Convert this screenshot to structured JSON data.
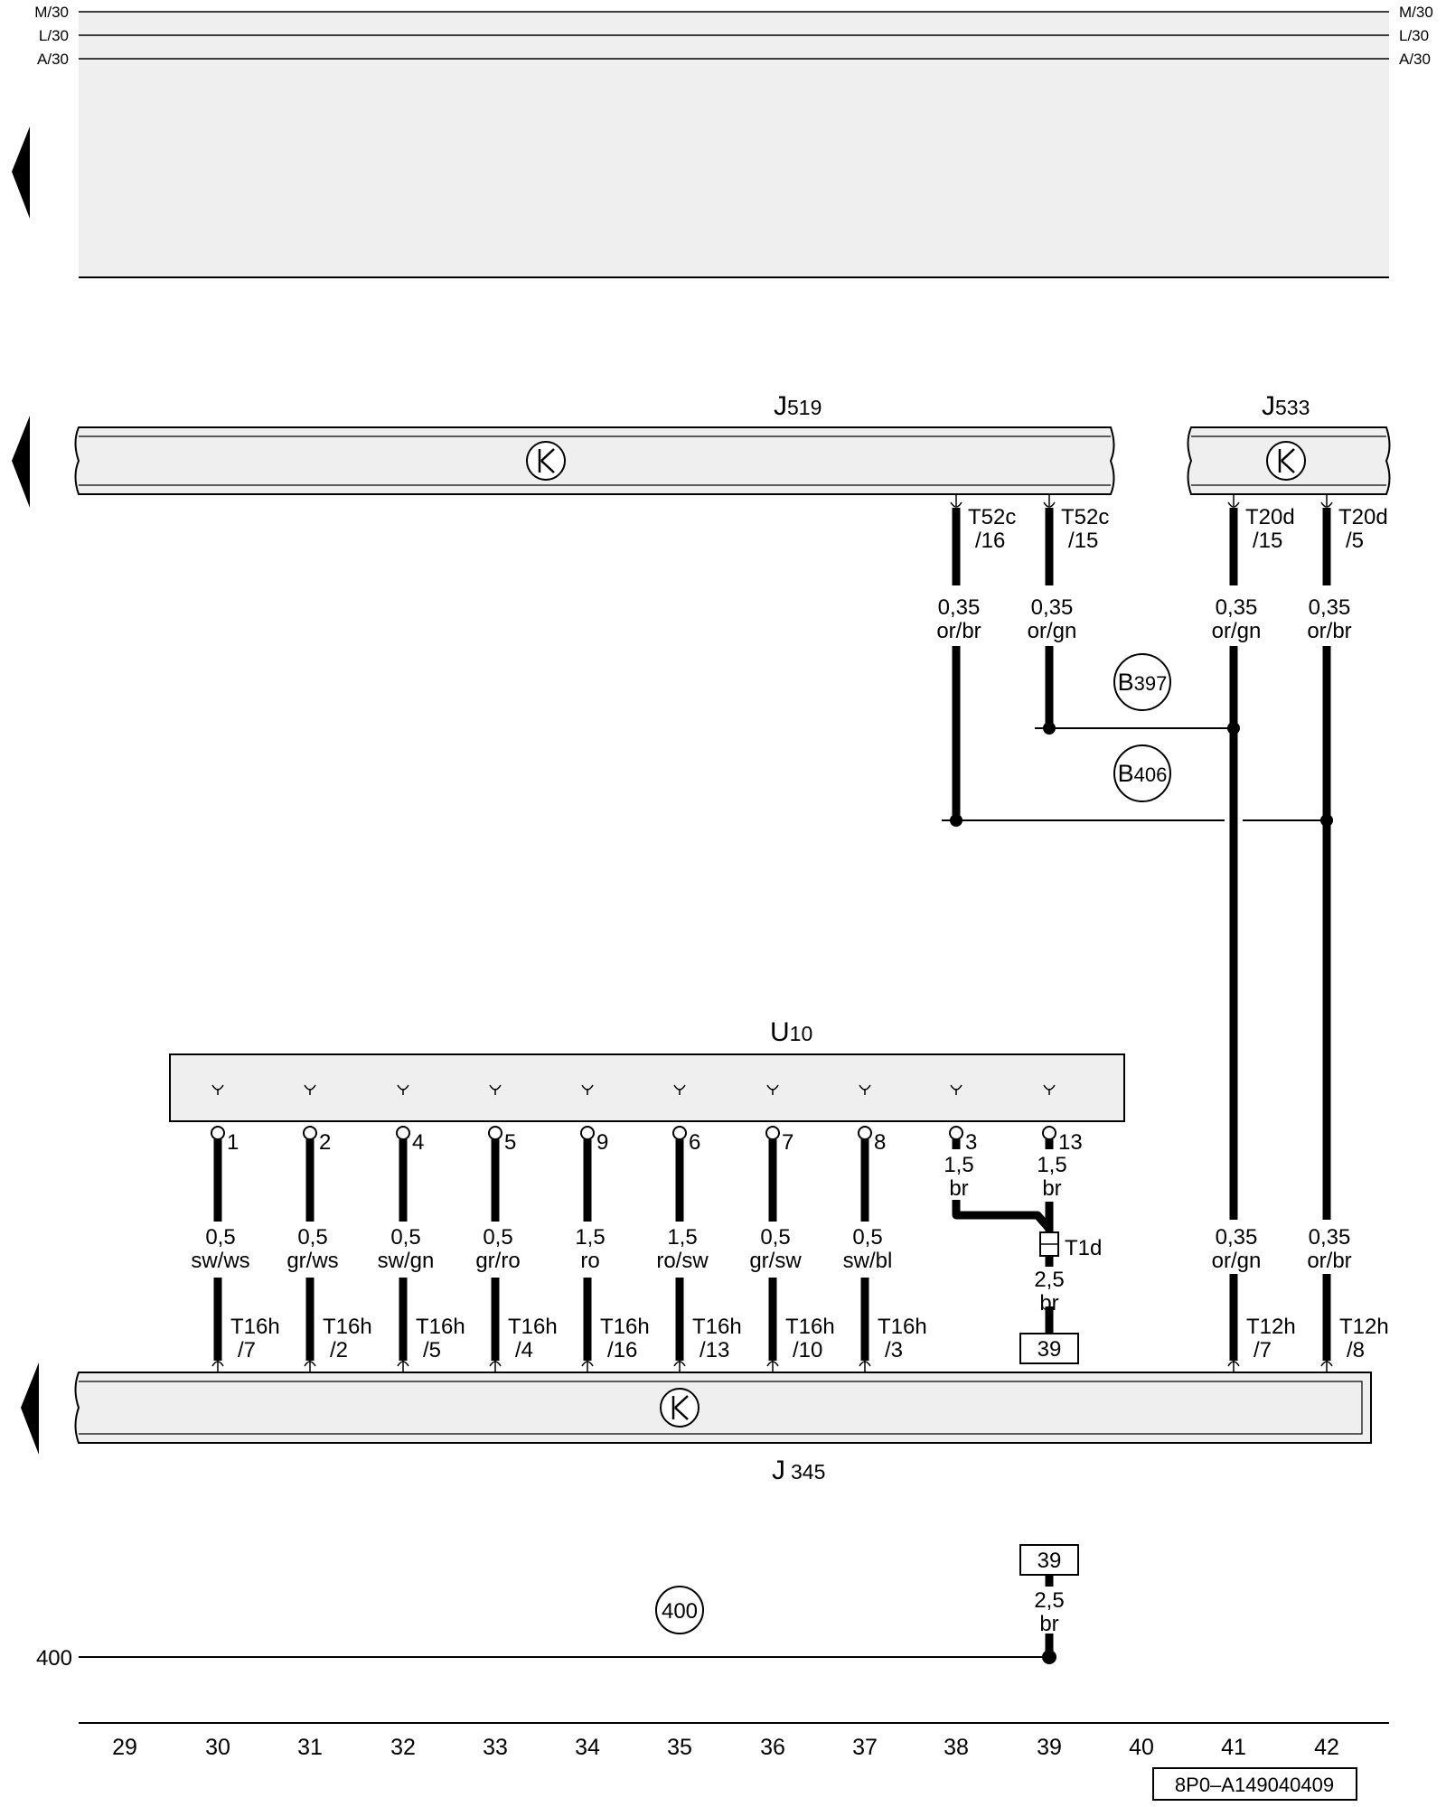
{
  "rails": [
    {
      "left": "M/30",
      "right": "M/30"
    },
    {
      "left": "L/30",
      "right": "L/30"
    },
    {
      "left": "A/30",
      "right": "A/30"
    }
  ],
  "components": {
    "j519": {
      "letter": "J",
      "number": "519"
    },
    "j533": {
      "letter": "J",
      "number": "533"
    },
    "u10": {
      "letter": "U",
      "number": "10"
    },
    "j345": {
      "letter": "J",
      "number": "345"
    }
  },
  "top_connectors": [
    {
      "name": "T52c",
      "pin": "/16"
    },
    {
      "name": "T52c",
      "pin": "/15"
    },
    {
      "name": "T20d",
      "pin": "/15"
    },
    {
      "name": "T20d",
      "pin": "/5"
    }
  ],
  "top_wires": [
    {
      "size": "0,35",
      "color": "or/br"
    },
    {
      "size": "0,35",
      "color": "or/gn"
    },
    {
      "size": "0,35",
      "color": "or/gn"
    },
    {
      "size": "0,35",
      "color": "or/br"
    }
  ],
  "ground_points": {
    "b397": {
      "letter": "B",
      "number": "397"
    },
    "b406": {
      "letter": "B",
      "number": "406"
    }
  },
  "u10_pins": [
    "1",
    "2",
    "4",
    "5",
    "9",
    "6",
    "7",
    "8",
    "3",
    "13"
  ],
  "u10_wires": [
    {
      "size": "0,5",
      "color": "sw/ws"
    },
    {
      "size": "0,5",
      "color": "gr/ws"
    },
    {
      "size": "0,5",
      "color": "sw/gn"
    },
    {
      "size": "0,5",
      "color": "gr/ro"
    },
    {
      "size": "1,5",
      "color": "ro"
    },
    {
      "size": "1,5",
      "color": "ro/sw"
    },
    {
      "size": "0,5",
      "color": "gr/sw"
    },
    {
      "size": "0,5",
      "color": "sw/bl"
    }
  ],
  "u10_power_wires": [
    {
      "size": "1,5",
      "color": "br"
    },
    {
      "size": "1,5",
      "color": "br"
    }
  ],
  "t1d": {
    "name": "T1d",
    "size": "2,5",
    "color": "br",
    "ref": "39"
  },
  "right_wires": [
    {
      "size": "0,35",
      "color": "or/gn"
    },
    {
      "size": "0,35",
      "color": "or/br"
    }
  ],
  "j345_connectors": [
    {
      "name": "T16h",
      "pin": "/7"
    },
    {
      "name": "T16h",
      "pin": "/2"
    },
    {
      "name": "T16h",
      "pin": "/5"
    },
    {
      "name": "T16h",
      "pin": "/4"
    },
    {
      "name": "T16h",
      "pin": "/16"
    },
    {
      "name": "T16h",
      "pin": "/13"
    },
    {
      "name": "T16h",
      "pin": "/10"
    },
    {
      "name": "T16h",
      "pin": "/3"
    },
    {
      "name": "T12h",
      "pin": "/7"
    },
    {
      "name": "T12h",
      "pin": "/8"
    }
  ],
  "ground": {
    "ref": "39",
    "size": "2,5",
    "color": "br",
    "point": "400",
    "line_label": "400"
  },
  "columns": [
    "29",
    "30",
    "31",
    "32",
    "33",
    "34",
    "35",
    "36",
    "37",
    "38",
    "39",
    "40",
    "41",
    "42"
  ],
  "diagram_id": "8P0–A149040409"
}
